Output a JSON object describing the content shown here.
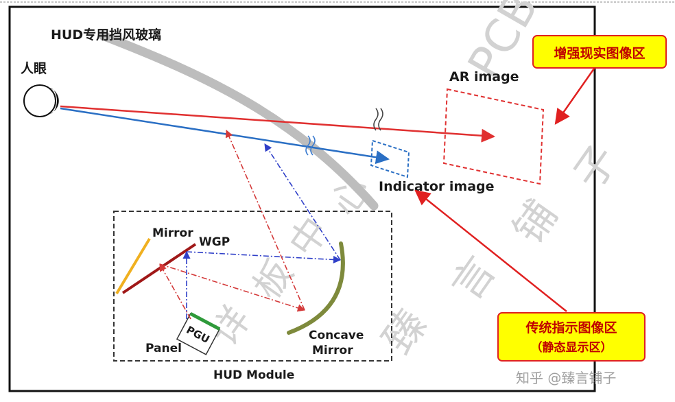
{
  "labels": {
    "windshield": "HUD专用挡风玻璃",
    "eye": "人眼",
    "ar_image": "AR image",
    "indicator_image": "Indicator image",
    "mirror": "Mirror",
    "wgp": "WGP",
    "concave_line1": "Concave",
    "concave_line2": "Mirror",
    "panel": "Panel",
    "pgu": "PGU",
    "hud_module": "HUD Module"
  },
  "callouts": {
    "ar_zone": "增强现实图像区",
    "indicator_zone_line1": "传统指示图像区",
    "indicator_zone_line2": "（静态显示区）"
  },
  "watermark": {
    "left_chars": [
      "详",
      "板",
      "中",
      "心"
    ],
    "right_chars": [
      "臻",
      "言",
      "铺",
      "子"
    ],
    "top_latin": "PCB ZL",
    "footer": "知乎 @臻言铺子"
  },
  "colors": {
    "ar_path": "#e03030",
    "indicator_path": "#2a6fc4",
    "optics_red": "#d43a3a",
    "optics_blue": "#2f3fc8",
    "mirror": "#f0b020",
    "wgp": "#a01818",
    "concave": "#7e8a3c",
    "pgu_bar": "#2f9a3a",
    "callout_fill": "#ffff00",
    "callout_border": "#e02020",
    "windshield": "#bdbdbd"
  }
}
